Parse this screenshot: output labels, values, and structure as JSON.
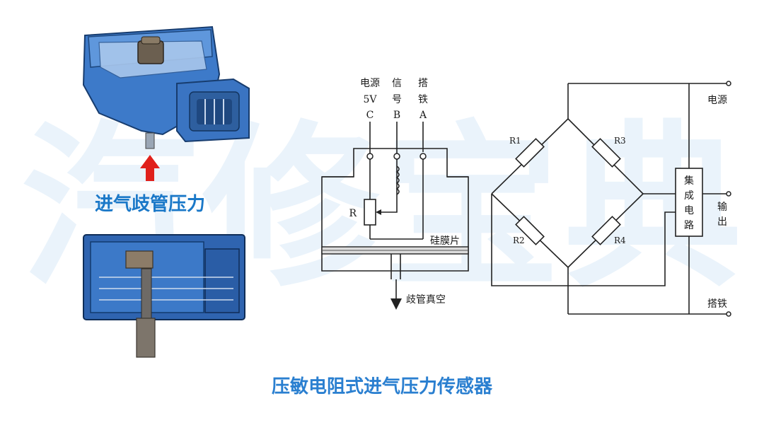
{
  "watermark": "汽修宝典",
  "sensor_photo": {
    "arrow_label": "进气歧管压力"
  },
  "cross_section": {
    "pins": [
      {
        "top": "电源",
        "mid": "5V",
        "letter": "C"
      },
      {
        "top": "信",
        "mid": "号",
        "letter": "B"
      },
      {
        "top": "搭",
        "mid": "铁",
        "letter": "A"
      }
    ],
    "resistor_label": "R",
    "chip_label": "硅膜片",
    "vacuum_label": "歧管真空"
  },
  "bridge": {
    "resistors": [
      "R1",
      "R3",
      "R2",
      "R4"
    ],
    "ic_label": [
      "集",
      "成",
      "电",
      "路"
    ],
    "power_label": "电源",
    "output_label": [
      "输",
      "出"
    ],
    "ground_label": "搭铁"
  },
  "caption": "压敏电阻式进气压力传感器",
  "colors": {
    "caption_blue": "#2a7fd0",
    "arrow_red": "#e0201b",
    "sensor_blue": "#3b78c8"
  }
}
